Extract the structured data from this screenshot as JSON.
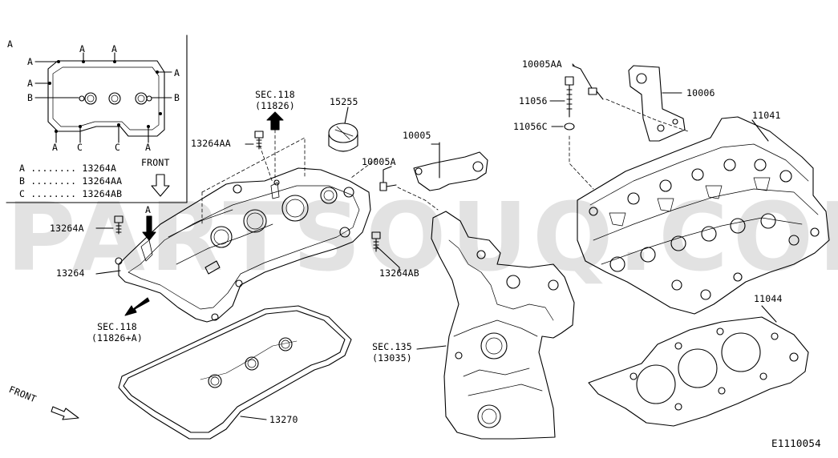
{
  "inset": {
    "title": "A",
    "point_a": "A",
    "point_b": "B",
    "point_c": "C",
    "legend": [
      {
        "key": "A",
        "dots": "........",
        "part": "13264A"
      },
      {
        "key": "B",
        "dots": "........",
        "part": "13264AA"
      },
      {
        "key": "C",
        "dots": "........",
        "part": "13264AB"
      }
    ],
    "front": "FRONT"
  },
  "arrow_a": "A",
  "front_main": "FRONT",
  "labels": {
    "sec118_top": "SEC.118",
    "sec118_top_ref": "(11826)",
    "p15255": "15255",
    "p13264AA": "13264AA",
    "p13264A": "13264A",
    "p13264": "13264",
    "sec118_bot": "SEC.118",
    "sec118_bot_ref": "(11826+A)",
    "p13264AB": "13264AB",
    "p13270": "13270",
    "p10005": "10005",
    "p10005A": "10005A",
    "sec135": "SEC.135",
    "sec135_ref": "(13035)",
    "p10005AA": "10005AA",
    "p11056": "11056",
    "p11056C": "11056C",
    "p10006": "10006",
    "p11041": "11041",
    "p11044": "11044"
  },
  "diagram_code": "E1110054",
  "watermark": "PARTSOUQ.COM"
}
